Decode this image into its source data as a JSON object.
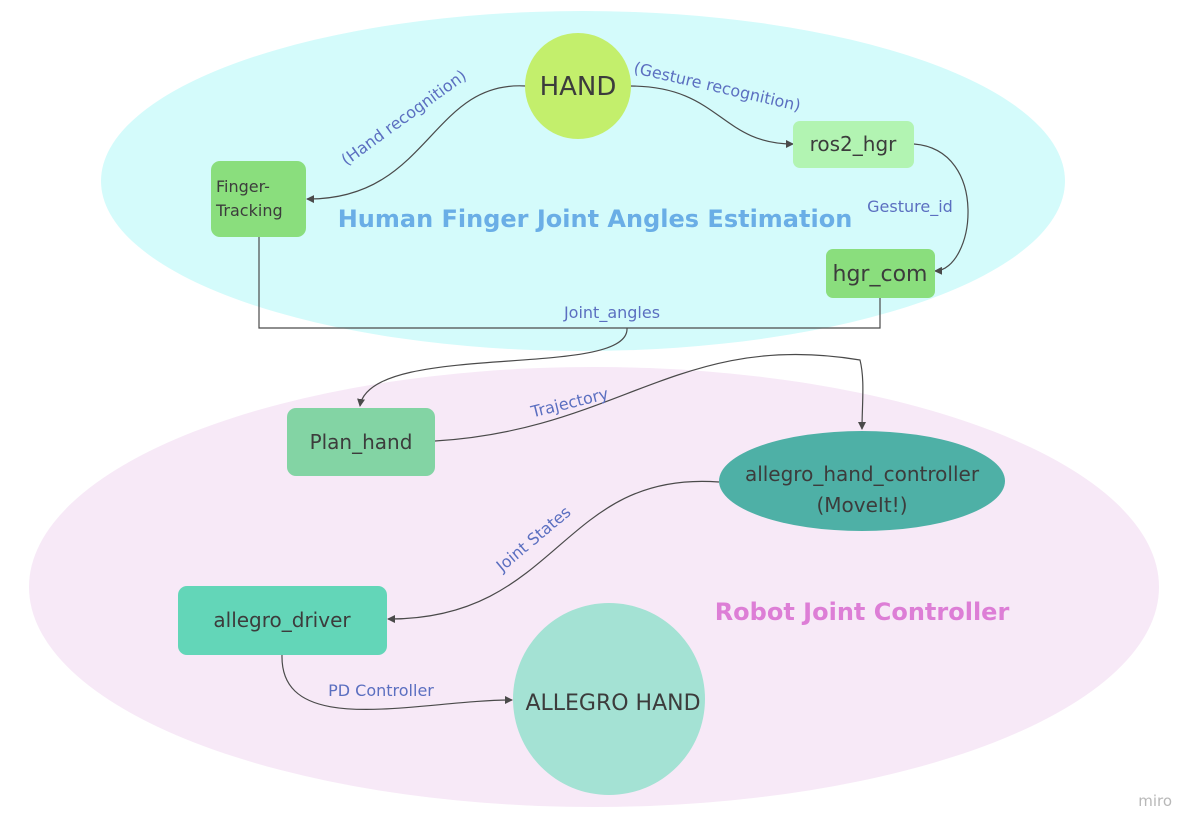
{
  "regions": {
    "human": {
      "title": "Human Finger Joint Angles Estimation",
      "fill": "#d4fbfb",
      "title_color": "#6aaee6"
    },
    "robot": {
      "title": "Robot Joint Controller",
      "fill": "#f7e9f7",
      "title_color": "#dd7ed6"
    }
  },
  "nodes": {
    "hand": {
      "label": "HAND",
      "fill": "#c3ef6c"
    },
    "finger_tracking": {
      "line1": "Finger-",
      "line2": "Tracking",
      "fill": "#8ade7d"
    },
    "ros2_hgr": {
      "label": "ros2_hgr",
      "fill": "#b2f4b2"
    },
    "hgr_com": {
      "label": "hgr_com",
      "fill": "#8ade7d"
    },
    "plan_hand": {
      "label": "Plan_hand",
      "fill": "#83d4a4"
    },
    "allegro_hand_controller": {
      "line1": "allegro_hand_controller",
      "line2": "(MoveIt!)",
      "fill": "#4eb0a6"
    },
    "allegro_driver": {
      "label": "allegro_driver",
      "fill": "#63d6b8"
    },
    "allegro_hand": {
      "label": "ALLEGRO HAND",
      "fill": "#a4e2d4"
    }
  },
  "edge_labels": {
    "hand_recognition": "(Hand recognition)",
    "gesture_recognition": "(Gesture recognition)",
    "gesture_id": "Gesture_id",
    "joint_angles": "Joint_angles",
    "trajectory": "Trajectory",
    "joint_states": "Joint States",
    "pd_controller": "PD Controller"
  },
  "watermark": "miro"
}
